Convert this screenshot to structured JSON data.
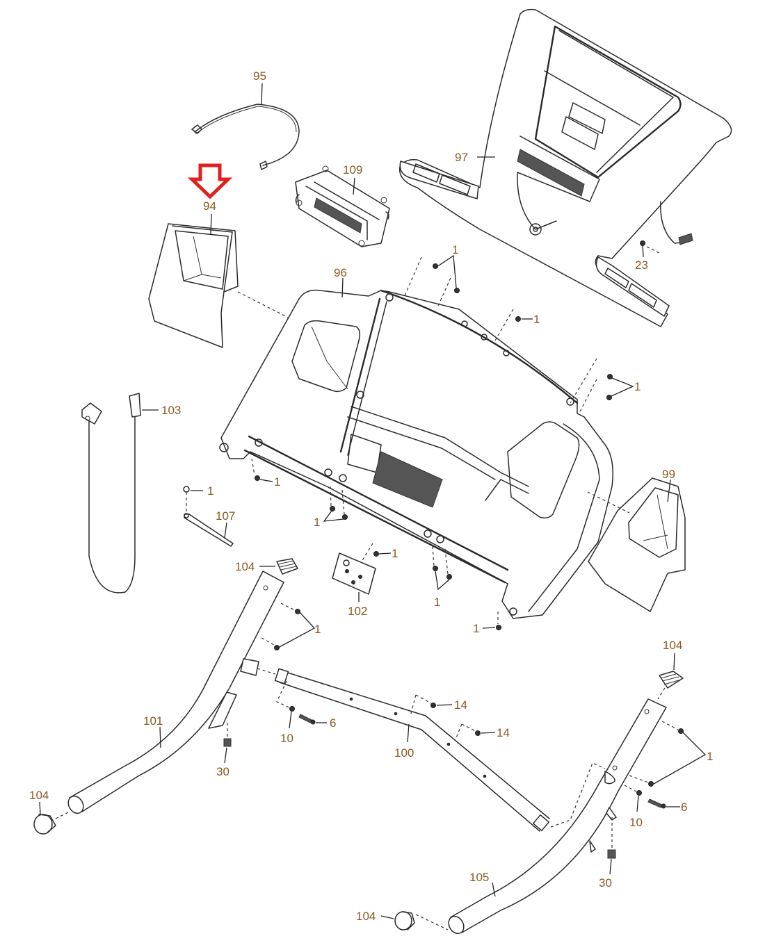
{
  "diagram": {
    "type": "exploded-parts-view",
    "highlight": {
      "part": "94",
      "indicator": "down-arrow",
      "color": "#e02020"
    },
    "label_color": "#2b3a5c",
    "parts": [
      {
        "id": "p95",
        "number": "95",
        "description": "cable"
      },
      {
        "id": "p109",
        "number": "109",
        "description": "motor-assembly"
      },
      {
        "id": "p94",
        "number": "94",
        "description": "left-cup-holder-cover"
      },
      {
        "id": "p97",
        "number": "97",
        "description": "console"
      },
      {
        "id": "p23",
        "number": "23",
        "description": "screw"
      },
      {
        "id": "p96",
        "number": "96",
        "description": "console-base"
      },
      {
        "id": "p103",
        "number": "103",
        "description": "wire-harness"
      },
      {
        "id": "p99",
        "number": "99",
        "description": "right-cup-holder-cover"
      },
      {
        "id": "p107",
        "number": "107",
        "description": "rod"
      },
      {
        "id": "p104",
        "number": "104",
        "description": "end-cap"
      },
      {
        "id": "p102",
        "number": "102",
        "description": "bracket"
      },
      {
        "id": "p101",
        "number": "101",
        "description": "left-upright"
      },
      {
        "id": "p100",
        "number": "100",
        "description": "crossbar"
      },
      {
        "id": "p105",
        "number": "105",
        "description": "right-upright"
      },
      {
        "id": "p30",
        "number": "30",
        "description": "nut"
      },
      {
        "id": "p10",
        "number": "10",
        "description": "washer"
      },
      {
        "id": "p6",
        "number": "6",
        "description": "bolt"
      },
      {
        "id": "p14",
        "number": "14",
        "description": "screw"
      },
      {
        "id": "p1",
        "number": "1",
        "description": "screw"
      }
    ],
    "labels": {
      "l95": "95",
      "l109": "109",
      "l94": "94",
      "l97": "97",
      "l23": "23",
      "l96": "96",
      "l1_a": "1",
      "l1_b": "1",
      "l1_c": "1",
      "l103": "103",
      "l99": "99",
      "l1_d": "1",
      "l1_e": "1",
      "l107": "107",
      "l1_f": "1",
      "l1_g": "1",
      "l1_h": "1",
      "l104_a": "104",
      "l102": "102",
      "l1_i": "1",
      "l1_j": "1",
      "l104_b": "104",
      "l101": "101",
      "l14_a": "14",
      "l6_a": "6",
      "l10_a": "10",
      "l14_b": "14",
      "l100": "100",
      "l30_a": "30",
      "l104_c": "104",
      "l1_k": "1",
      "l6_b": "6",
      "l10_b": "10",
      "l30_b": "30",
      "l105": "105",
      "l104_d": "104"
    }
  }
}
